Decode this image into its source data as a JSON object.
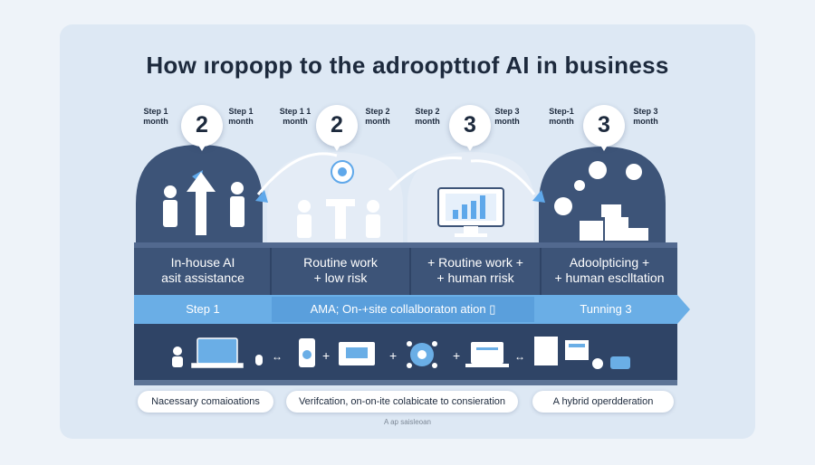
{
  "title": "How ıropopp to the adroopttıof AI in business",
  "step_labels": [
    {
      "text": "Step 1\nmonth"
    },
    {
      "text": "Step 1\nmonth"
    },
    {
      "text": "Step 1 1\nmonth"
    },
    {
      "text": "Step 2\nmonth"
    },
    {
      "text": "Step 2\nmonth"
    },
    {
      "text": "Step 3\nmonth"
    },
    {
      "text": "Step-1\nmonth"
    },
    {
      "text": "Step 3\nmonth"
    }
  ],
  "pins": [
    "2",
    "2",
    "3",
    "3"
  ],
  "band_labels": [
    "In-house AI\nasit assistance",
    "Routine work\n+ low risk",
    "+ Routine work +\n+ human rrisk",
    "Adoolpticing +\n+ human esclltation"
  ],
  "blue_band": [
    "Step 1",
    "AMA; On-+site collalboraton ation ▯",
    "Tunning 3"
  ],
  "pills": [
    "Nacessary comaioations",
    "Verifcation, on-on-ite colabicate to consieration",
    "A hybrid  operdderation"
  ],
  "footer": "A ap  saisleoan",
  "arrows": [
    "↔",
    "+",
    "+",
    "+",
    "↔"
  ],
  "colors": {
    "navy": "#3d5478",
    "dark": "#2f4466",
    "blue": "#6aaee6",
    "accent": "#5fa8ea"
  },
  "icons": [
    "person-icon",
    "arrow-up-icon",
    "gear-icon",
    "monitor-chart-icon",
    "boxes-icon",
    "laptop-icon",
    "phone-icon",
    "mouse-icon",
    "network-icon",
    "dashboard-icon",
    "robot-icon"
  ]
}
